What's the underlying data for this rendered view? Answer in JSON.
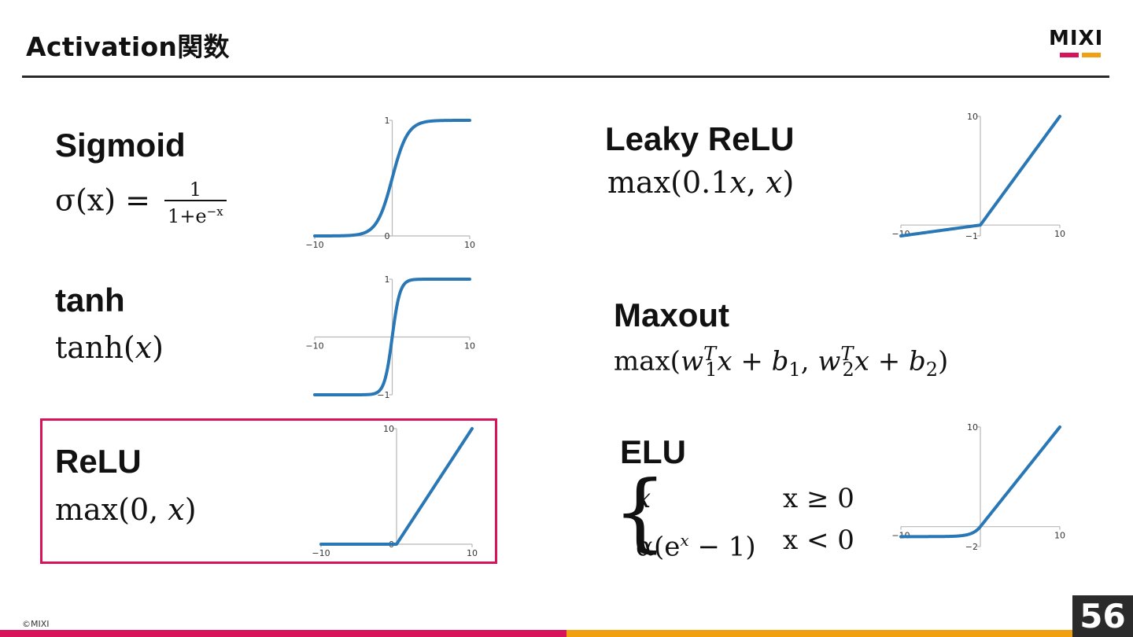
{
  "header": {
    "title": "Activation関数",
    "brand": "MIXI",
    "brand_colors": [
      "#d7135a",
      "#f0a010"
    ]
  },
  "functions": {
    "sigmoid": {
      "name": "Sigmoid",
      "lhs": "σ(x) =",
      "numerator": "1",
      "denominator": "1+e",
      "exponent": "−x"
    },
    "tanh": {
      "name": "tanh",
      "formula_fn": "tanh(",
      "formula_var": "x",
      "formula_end": ")"
    },
    "relu": {
      "name": "ReLU",
      "formula_fn": "max(0, ",
      "formula_var": "x",
      "formula_end": ")"
    },
    "leaky_relu": {
      "name": "Leaky ReLU",
      "formula_fn": "max(0.1",
      "formula_var1": "x",
      "formula_mid": ", ",
      "formula_var2": "x",
      "formula_end": ")"
    },
    "maxout": {
      "name": "Maxout",
      "formula_prefix": "max(",
      "w1": "w",
      "sup1": "T",
      "sub1": "1",
      "mid1": "x + b",
      "sub_b1": "1",
      "comma": ", ",
      "w2": "w",
      "sup2": "T",
      "sub2": "2",
      "mid2": "x + b",
      "sub_b2": "2",
      "formula_end": ")"
    },
    "elu": {
      "name": "ELU",
      "case1_expr": "x",
      "case1_cond": "x ≥ 0",
      "case2_expr": "α(e",
      "case2_sup": "x",
      "case2_tail": " − 1)",
      "case2_cond": "x < 0"
    }
  },
  "chart_data": [
    {
      "type": "line",
      "series": [
        {
          "name": "",
          "function": "sigmoid"
        }
      ],
      "x_range": [
        -10,
        10
      ],
      "y_range": [
        0,
        1
      ],
      "tick_labels": [
        "−10",
        "10",
        "0",
        "1"
      ]
    },
    {
      "type": "line",
      "series": [
        {
          "name": "",
          "function": "tanh"
        }
      ],
      "x_range": [
        -10,
        10
      ],
      "y_range": [
        -1,
        1
      ],
      "tick_labels": [
        "−10",
        "10",
        "−1",
        "1"
      ]
    },
    {
      "type": "line",
      "series": [
        {
          "name": "",
          "function": "relu"
        }
      ],
      "x_range": [
        -10,
        10
      ],
      "y_range": [
        0,
        10
      ],
      "tick_labels": [
        "−10",
        "10",
        "0",
        "10"
      ]
    },
    {
      "type": "line",
      "series": [
        {
          "name": "",
          "function": "leaky_relu"
        }
      ],
      "x_range": [
        -10,
        10
      ],
      "y_range": [
        -1,
        10
      ],
      "tick_labels": [
        "−10",
        "10",
        "−1",
        "10"
      ]
    },
    {
      "type": "line",
      "series": [
        {
          "name": "",
          "function": "elu"
        }
      ],
      "x_range": [
        -10,
        10
      ],
      "y_range": [
        -2,
        10
      ],
      "tick_labels": [
        "−10",
        "10",
        "−2",
        "10"
      ]
    }
  ],
  "footer": {
    "copyright": "©MIXI",
    "page_number": "56",
    "bar_colors": [
      "#d7135a",
      "#f0a010"
    ]
  },
  "colors": {
    "curve": "#2a77b5",
    "highlight": "#d7135a",
    "axis": "#b8b8b8"
  }
}
